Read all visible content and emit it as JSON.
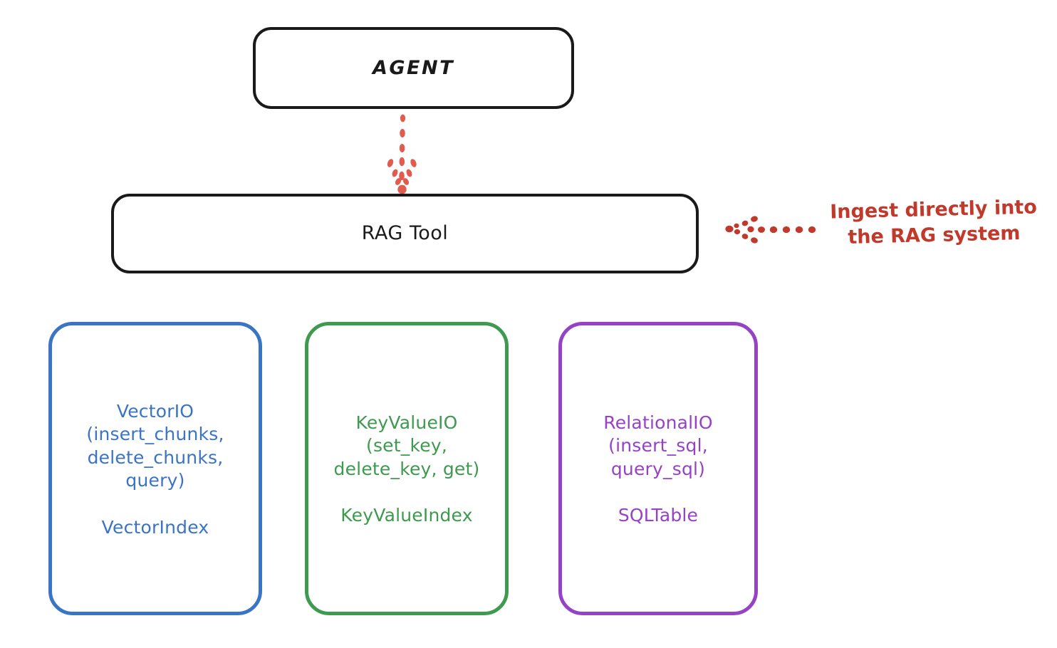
{
  "diagram": {
    "background": "#ffffff",
    "style": "hand-drawn whiteboard sketch",
    "nodes": {
      "agent": {
        "label": "AGENT",
        "color": "#1a1a1a"
      },
      "rag_tool": {
        "label": "RAG Tool",
        "color": "#1a1a1a"
      },
      "vector_io": {
        "label": "VectorIO\n(insert_chunks,\ndelete_chunks,\nquery)",
        "sub_label": "VectorIndex",
        "color": "#3a74c4"
      },
      "key_value_io": {
        "label": "KeyValueIO\n(set_key,\ndelete_key, get)",
        "sub_label": "KeyValueIndex",
        "color": "#3d9a4f"
      },
      "relational_io": {
        "label": "RelationalIO\n(insert_sql,\nquery_sql)",
        "sub_label": "SQLTable",
        "color": "#9542c7"
      }
    },
    "connectors": {
      "agent_to_rag": {
        "icon": "dotted-down-arrow-icon",
        "color": "#e05c4e",
        "direction": "down"
      },
      "ingest_pointer": {
        "icon": "dotted-left-arrow-icon",
        "color": "#c0392b",
        "direction": "left"
      }
    },
    "annotations": {
      "ingest": {
        "text": "Ingest directly into\nthe RAG system",
        "color": "#c0392b"
      }
    }
  }
}
